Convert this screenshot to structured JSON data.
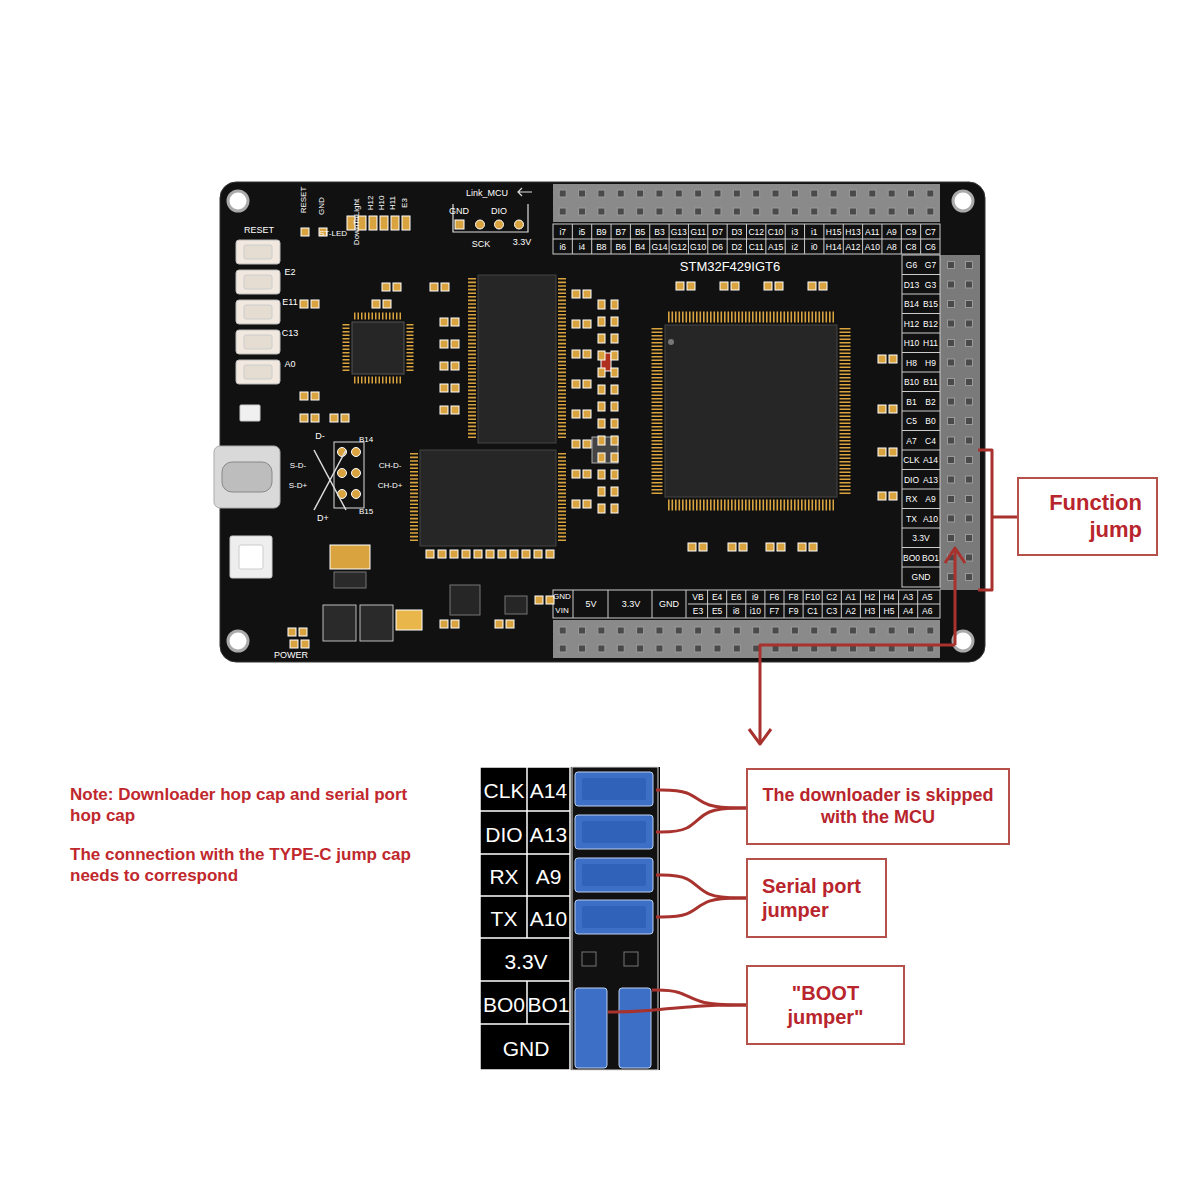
{
  "diagram": {
    "nodes": [
      {
        "text": [
          "Function jump"
        ]
      },
      {
        "text": [
          "The downloader is skipped with the MCU"
        ]
      },
      {
        "text": [
          "Serial port jumper"
        ]
      },
      {
        "text": [
          "\"BOOT jumper\""
        ]
      }
    ],
    "labels": [
      "RESET",
      "GND",
      "ST-LED",
      "DownToLight",
      "H12",
      "H10",
      "H11",
      "E3",
      "Link_MCU",
      "GND",
      "DIO",
      "SCK",
      "3.3V",
      "RESET",
      "E2",
      "E11",
      "C13",
      "A0",
      "D-",
      "B14",
      "S-D-",
      "CH-D-",
      "S-D+",
      "CH-D+",
      "D+",
      "B15",
      "POWER",
      "STM32F429IGT6",
      "i7",
      "i5",
      "B9",
      "B7",
      "B5",
      "B3",
      "G13",
      "G11",
      "D7",
      "D3",
      "C12",
      "C10",
      "i3",
      "i1",
      "H15",
      "H13",
      "A11",
      "A9",
      "C9",
      "C7",
      "i6",
      "i4",
      "B8",
      "B6",
      "B4",
      "G14",
      "G12",
      "G10",
      "D6",
      "D2",
      "C11",
      "A15",
      "i2",
      "i0",
      "H14",
      "A12",
      "A10",
      "A8",
      "C8",
      "C6",
      "G6",
      "G7",
      "D13",
      "G3",
      "B14",
      "B15",
      "H12",
      "B12",
      "H10",
      "H11",
      "H8",
      "H9",
      "B10",
      "B11",
      "B1",
      "B2",
      "C5",
      "B0",
      "A7",
      "C4",
      "CLK",
      "A14",
      "DIO",
      "A13",
      "RX",
      "A9",
      "TX",
      "A10",
      "3.3V",
      "BO0",
      "BO1",
      "GND",
      "GND",
      "VIN",
      "5V",
      "3.3V",
      "GND",
      "VB",
      "E4",
      "E6",
      "i9",
      "F6",
      "F8",
      "F10",
      "C2",
      "A1",
      "H2",
      "H4",
      "A3",
      "A5",
      "E3",
      "E5",
      "i8",
      "i10",
      "F7",
      "F9",
      "C1",
      "C3",
      "A2",
      "H3",
      "H5",
      "A4",
      "A6",
      "CLK",
      "A14",
      "DIO",
      "A13",
      "RX",
      "A9",
      "TX",
      "A10",
      "3.3V",
      "BO0",
      "BO1",
      "GND",
      "Note: Downloader hop cap and serial port hop cap",
      "The connection with the TYPE-C jump cap needs to correspond"
    ]
  }
}
